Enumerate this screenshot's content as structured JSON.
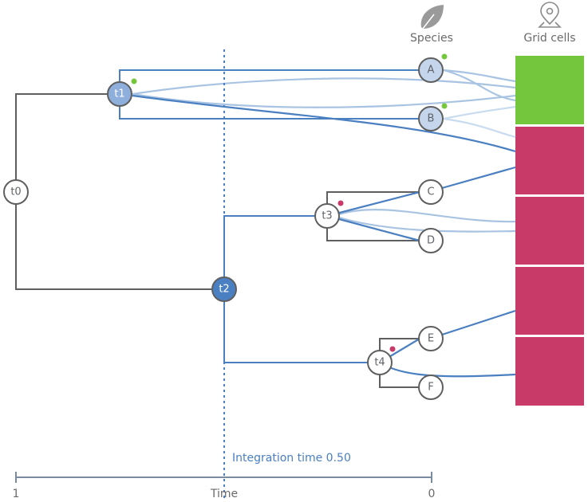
{
  "headers": {
    "species": "Species",
    "grid_cells": "Grid cells",
    "species_icon": "leaf-icon",
    "grid_icon": "map-pin-icon"
  },
  "nodes": {
    "t0": "t0",
    "t1": "t1",
    "t2": "t2",
    "t3": "t3",
    "t4": "t4",
    "A": "A",
    "B": "B",
    "C": "C",
    "D": "D",
    "E": "E",
    "F": "F"
  },
  "integration": {
    "label": "Integration time 0.50",
    "value": 0.5
  },
  "time_axis": {
    "left_label": "1",
    "center_label": "Time",
    "right_label": "0"
  },
  "colors": {
    "tree_gray": "#5f5f5f",
    "active_blue": "#4a7fc1",
    "light_blue": "#a9c4e2",
    "very_light_blue": "#c9dbef",
    "node_fill_light": "#c5d6ec",
    "node_fill_mid": "#8eaedb",
    "node_fill_dark": "#4a7fc1",
    "green": "#74c63c",
    "magenta": "#c83a68"
  },
  "grid_cells": [
    {
      "color": "green"
    },
    {
      "color": "magenta"
    },
    {
      "color": "magenta"
    },
    {
      "color": "magenta"
    },
    {
      "color": "magenta"
    }
  ]
}
